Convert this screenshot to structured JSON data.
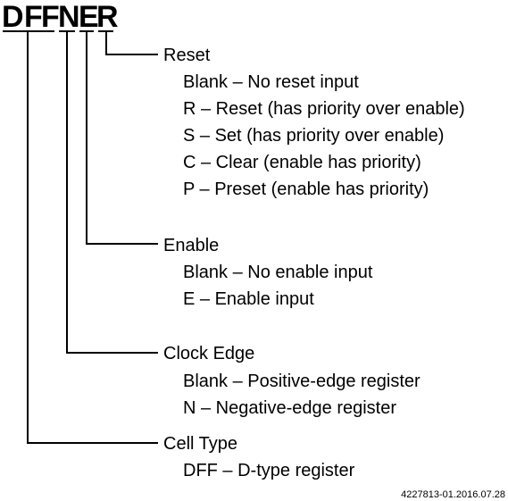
{
  "code": [
    "D",
    "F",
    "F",
    "N",
    "E",
    "R"
  ],
  "sections": [
    {
      "heading": "Reset",
      "options": [
        "Blank – No reset input",
        "R – Reset (has priority over enable)",
        "S – Set (has priority over enable)",
        "C – Clear (enable has priority)",
        "P – Preset (enable has priority)"
      ]
    },
    {
      "heading": "Enable",
      "options": [
        "Blank – No enable input",
        "E – Enable input"
      ]
    },
    {
      "heading": "Clock Edge",
      "options": [
        "Blank – Positive-edge register",
        "N – Negative-edge register"
      ]
    },
    {
      "heading": "Cell Type",
      "options": [
        "DFF – D-type register"
      ]
    }
  ],
  "figure_id": "4227813-01.2016.07.28",
  "colors": {
    "text": "#000000",
    "lines": "#000000",
    "background": "#ffffff"
  }
}
